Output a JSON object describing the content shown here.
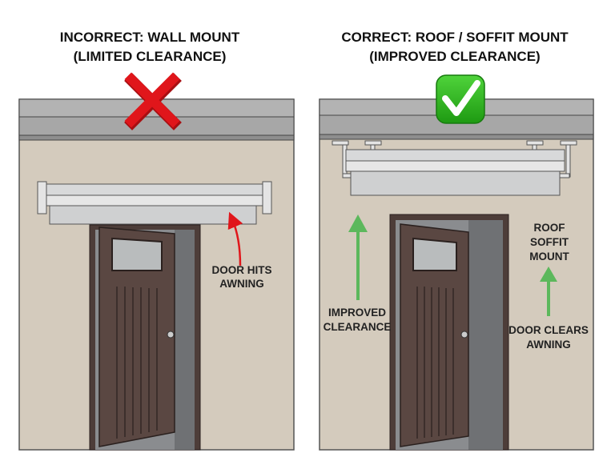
{
  "left": {
    "title_line1": "INCORRECT: WALL MOUNT",
    "title_line2": "(LIMITED CLEARANCE)",
    "icon": "red-x-icon",
    "callout_line1": "DOOR HITS",
    "callout_line2": "AWNING"
  },
  "right": {
    "title_line1": "CORRECT: ROOF / SOFFIT MOUNT",
    "title_line2": "(IMPROVED CLEARANCE)",
    "icon": "green-check-icon",
    "left_label_line1": "IMPROVED",
    "left_label_line2": "CLEARANCE",
    "mount_label_line1": "ROOF",
    "mount_label_line2": "SOFFIT",
    "mount_label_line3": "MOUNT",
    "door_label_line1": "DOOR CLEARS",
    "door_label_line2": "AWNING"
  },
  "colors": {
    "wall": "#d4cbbd",
    "roof": "#a9a9a9",
    "door": "#5a4742",
    "awning": "#d9dadb",
    "incorrect": "#e0161b",
    "correct": "#2fa51d",
    "arrow_green": "#5cb85c"
  }
}
